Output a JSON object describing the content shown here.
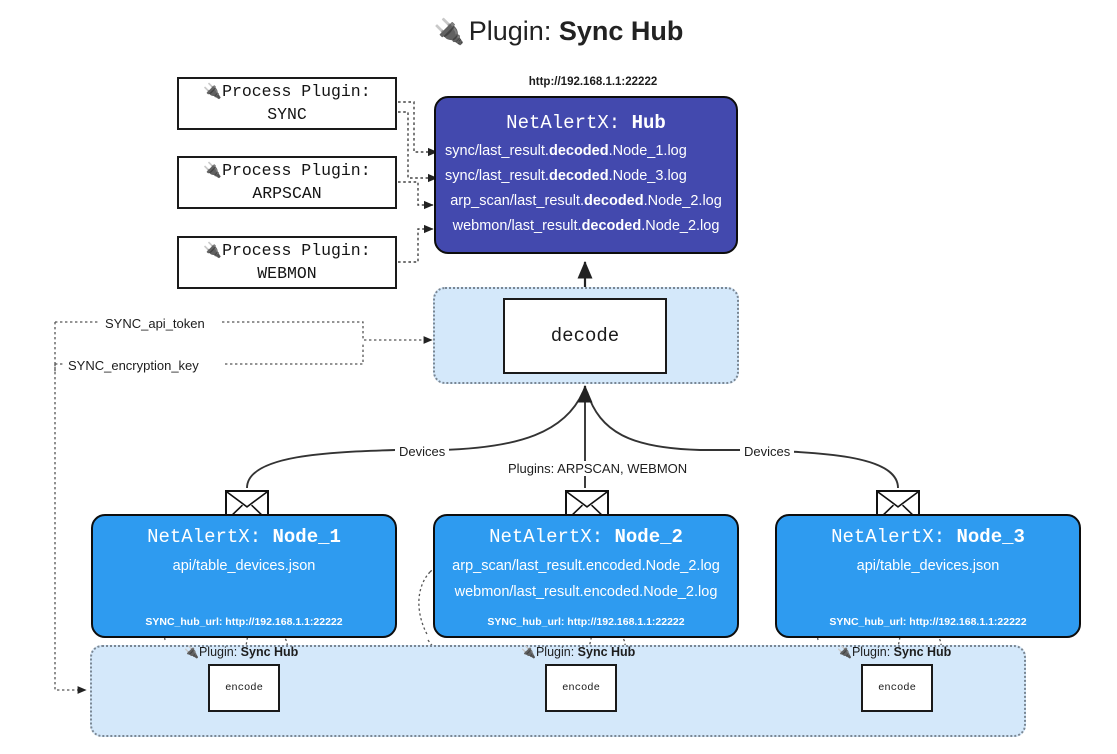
{
  "title": {
    "plug_icon": "plug-icon",
    "prefix": "Plugin: ",
    "name": "Sync Hub"
  },
  "process_plugins": [
    {
      "label": "Process Plugin:",
      "name": "SYNC",
      "icon": "plug-icon"
    },
    {
      "label": "Process Plugin:",
      "name": "ARPSCAN",
      "icon": "plug-icon"
    },
    {
      "label": "Process Plugin:",
      "name": "WEBMON",
      "icon": "plug-icon"
    }
  ],
  "hub": {
    "url": "http://192.168.1.1:22222",
    "title_prefix": "NetAlertX: ",
    "title_name": "Hub",
    "lines": [
      {
        "pre": "sync/last_result.",
        "mid": "decoded",
        "post": ".Node_1.log"
      },
      {
        "pre": "sync/last_result.",
        "mid": "decoded",
        "post": ".Node_3.log"
      },
      {
        "pre": "arp_scan/last_result.",
        "mid": "decoded",
        "post": ".Node_2.log"
      },
      {
        "pre": "webmon/last_result.",
        "mid": "decoded",
        "post": ".Node_2.log"
      }
    ]
  },
  "decode": {
    "label": "decode"
  },
  "edge_labels": {
    "api_token": "SYNC_api_token",
    "encryption_key": "SYNC_encryption_key",
    "devices_left": "Devices",
    "plugins_middle": "Plugins: ARPSCAN, WEBMON",
    "devices_right": "Devices"
  },
  "nodes": [
    {
      "title_prefix": "NetAlertX: ",
      "title_name": "Node_1",
      "lines": [
        "api/table_devices.json"
      ],
      "footer": "SYNC_hub_url: http://192.168.1.1:22222",
      "envelope_icon": "envelope-icon"
    },
    {
      "title_prefix": "NetAlertX: ",
      "title_name": "Node_2",
      "lines": [
        "arp_scan/last_result.encoded.Node_2.log",
        "webmon/last_result.encoded.Node_2.log"
      ],
      "footer": "SYNC_hub_url: http://192.168.1.1:22222",
      "envelope_icon": "envelope-icon"
    },
    {
      "title_prefix": "NetAlertX: ",
      "title_name": "Node_3",
      "lines": [
        "api/table_devices.json"
      ],
      "footer": "SYNC_hub_url: http://192.168.1.1:22222",
      "envelope_icon": "envelope-icon"
    }
  ],
  "encoders": [
    {
      "tag_prefix": "Plugin: ",
      "tag_name": "Sync Hub",
      "label": "encode",
      "icon": "plug-icon"
    },
    {
      "tag_prefix": "Plugin: ",
      "tag_name": "Sync Hub",
      "label": "encode",
      "icon": "plug-icon"
    },
    {
      "tag_prefix": "Plugin: ",
      "tag_name": "Sync Hub",
      "label": "encode",
      "icon": "plug-icon"
    }
  ],
  "colors": {
    "hub_fill": "#4349ae",
    "node_fill": "#2e9bf0",
    "zone_fill": "#d4e8fa",
    "stroke": "#0d0d0d",
    "dotted": "#555555"
  }
}
